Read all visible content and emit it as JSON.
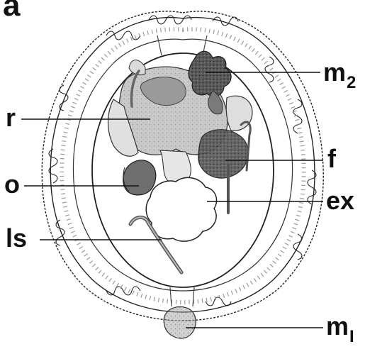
{
  "panel_label": "a",
  "labels": {
    "m2_main": "m",
    "m2_sub": "2",
    "r": "r",
    "f": "f",
    "o": "o",
    "ex": "ex",
    "ls": "ls",
    "m1_main": "m",
    "m1_sub": "I"
  },
  "colors": {
    "ink": "#111111",
    "gut": "#c9c9c9",
    "dark_organ": "#4a4a4a",
    "mid_organ": "#8a8a8a",
    "paper": "#ffffff"
  }
}
